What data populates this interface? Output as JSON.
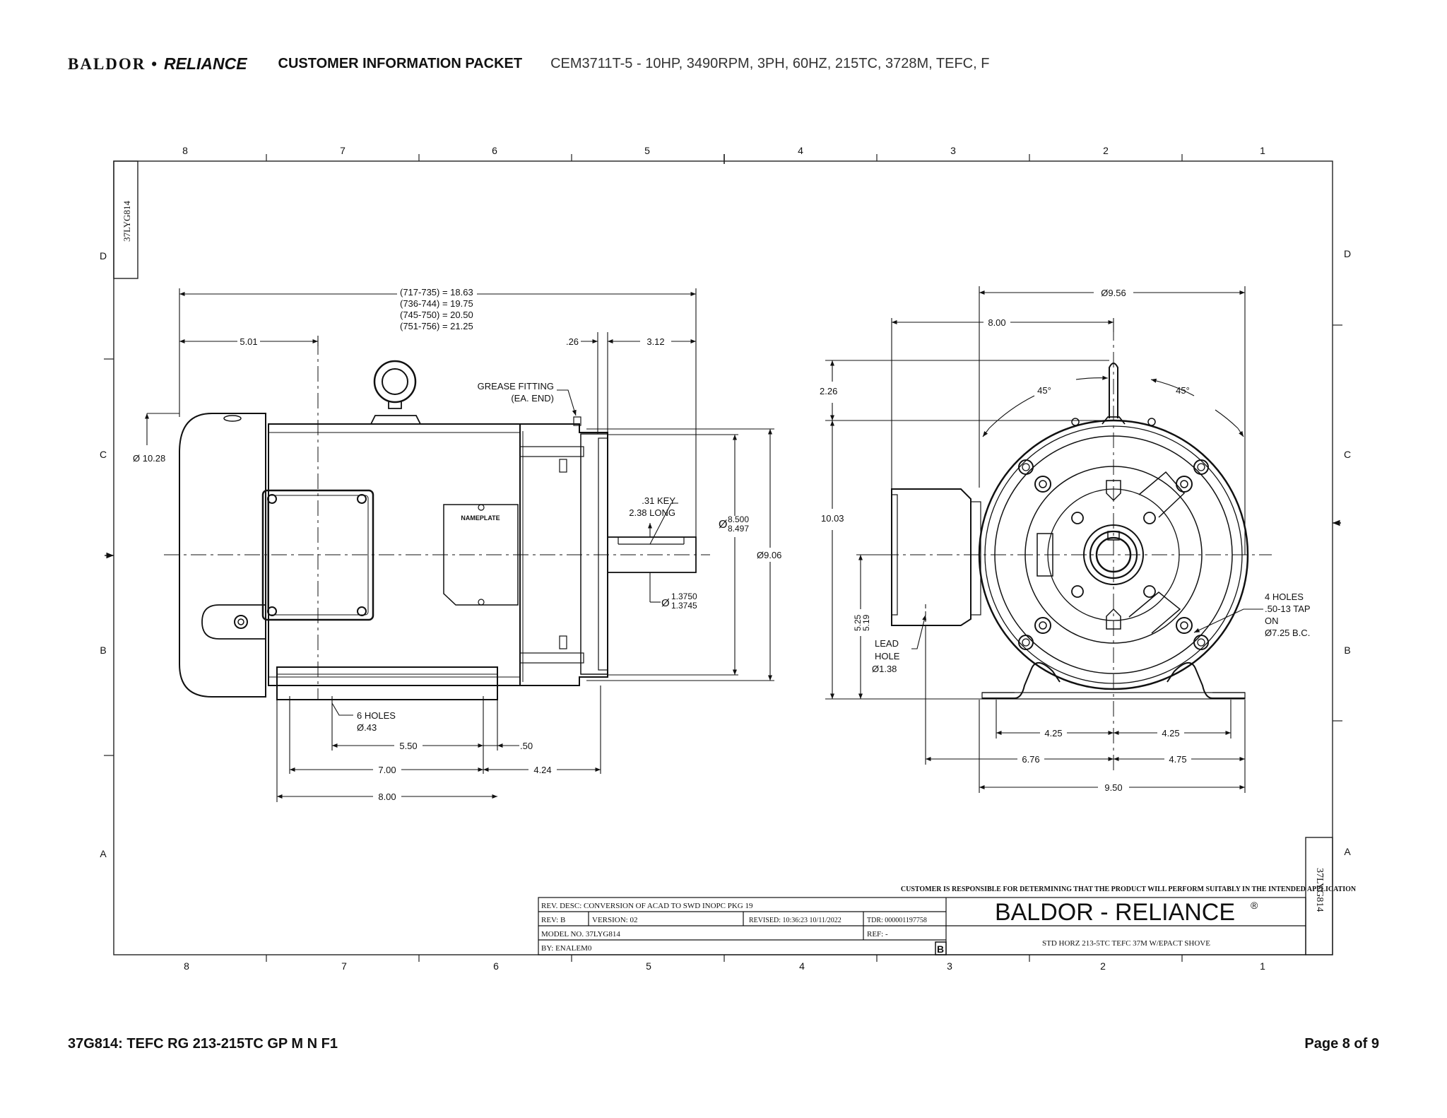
{
  "header": {
    "logo_left": "BALDOR",
    "logo_dot": "•",
    "logo_right": "RELIANCE",
    "packet_title": "CUSTOMER INFORMATION PACKET",
    "model_desc": "CEM3711T-5 - 10HP, 3490RPM, 3PH, 60HZ, 215TC, 3728M, TEFC, F"
  },
  "border": {
    "columns": [
      "8",
      "7",
      "6",
      "5",
      "4",
      "3",
      "2",
      "1"
    ],
    "rows": [
      "D",
      "C",
      "B",
      "A"
    ],
    "drawing_id_vertical": "37LYG814"
  },
  "side_view": {
    "length_table": [
      "(717-735) = 18.63",
      "(736-744) = 19.75",
      "(745-750) = 20.50",
      "(751-756) = 21.25"
    ],
    "dim_5_01": "5.01",
    "dim_0_26": ".26",
    "dim_3_12": "3.12",
    "grease_fitting": "GREASE FITTING",
    "grease_each_end": "(EA. END)",
    "dia_10_28": "Ø 10.28",
    "nameplate": "NAMEPLATE",
    "key_size": ".31 KEY",
    "key_long": "2.38 LONG",
    "pilot_dia_symbol": "Ø",
    "pilot_dia_max": "8.500",
    "pilot_dia_min": "8.497",
    "face_dia": "Ø9.06",
    "shaft_dia_symbol": "Ø",
    "shaft_dia_max": "1.3750",
    "shaft_dia_min": "1.3745",
    "feet_holes": "6 HOLES",
    "feet_hole_dia": "Ø.43",
    "dim_5_50": "5.50",
    "dim_0_50": ".50",
    "dim_7_00": "7.00",
    "dim_4_24": "4.24",
    "dim_8_00": "8.00"
  },
  "end_view": {
    "dia_9_56": "Ø9.56",
    "dim_8_00": "8.00",
    "dim_2_26": "2.26",
    "angle_left": "45°",
    "angle_right": "45°",
    "dim_10_03": "10.03",
    "height_max": "5.25",
    "height_min": "5.19",
    "lead_hole_1": "LEAD",
    "lead_hole_2": "HOLE",
    "lead_hole_dia": "Ø1.38",
    "tap_line1": "4 HOLES",
    "tap_line2": ".50-13 TAP",
    "tap_line3": "ON",
    "tap_line4": "Ø7.25 B.C.",
    "dim_4_25_left": "4.25",
    "dim_4_25_right": "4.25",
    "dim_6_76": "6.76",
    "dim_4_75": "4.75",
    "dim_9_50": "9.50"
  },
  "title_block": {
    "disclaimer": "CUSTOMER IS RESPONSIBLE FOR DETERMINING THAT THE PRODUCT WILL PERFORM SUITABLY IN THE INTENDED APPLICATION",
    "rev_desc": "REV. DESC: CONVERSION OF ACAD TO SWD INOPC PKG 19",
    "rev": "REV:  B",
    "version": "VERSION:  02",
    "revised": "REVISED:  10:36:23 10/11/2022",
    "tdr": "TDR:  000001197758",
    "model_no": "MODEL NO.  37LYG814",
    "ref": "REF:  -",
    "by": "BY: ENALEM0",
    "rev_letter": "B",
    "brand": "BALDOR - RELIANCE",
    "brand_mark": "®",
    "description": "STD HORZ 213-5TC TEFC 37M W/EPACT SHOVE",
    "drawing_id": "37LYG814"
  },
  "footer": {
    "doc_id": "37G814: TEFC RG 213-215TC GP M N F1",
    "page": "Page 8 of 9"
  }
}
